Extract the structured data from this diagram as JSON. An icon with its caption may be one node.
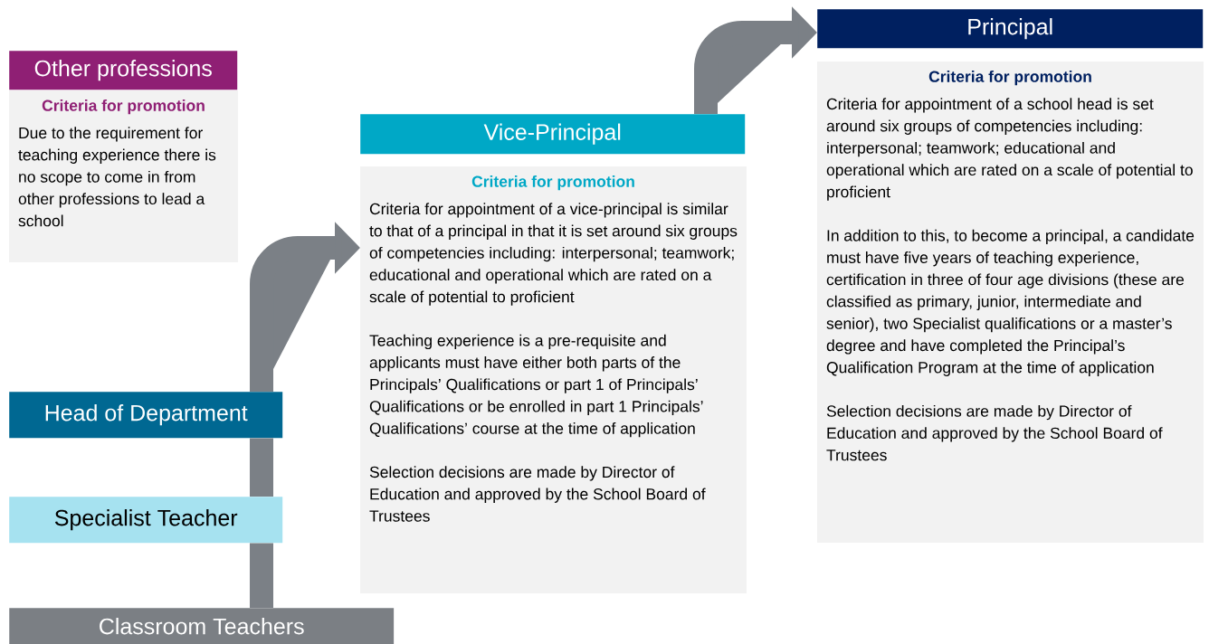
{
  "diagram": {
    "nodes": [
      {
        "text": [
          "Other professions"
        ]
      },
      {
        "text": [
          "Criteria for promotion",
          "Due to the requirement for teaching experience there is no scope to come in from other professions to lead a school"
        ]
      },
      {
        "text": [
          "Vice-Principal"
        ]
      },
      {
        "text": [
          "Criteria for promotion",
          "Criteria for appointment of a vice-principal is similar to that of a principal in that it is set around six groups of competencies including: interpersonal; teamwork; educational and operational which are rated on a scale of potential to proficient",
          "Teaching experience is a pre-requisite and applicants must have either both parts of the Principals’ Qualifications or part 1 of Principals’ Qualifications or be enrolled in part 1 Principals’ Qualifications’ course at the time of application",
          "Selection decisions are made by Director of Education and approved by the School Board of Trustees"
        ]
      },
      {
        "text": [
          "Principal"
        ]
      },
      {
        "text": [
          "Criteria for promotion",
          "Criteria for appointment of a school head is set around six groups of competencies including: interpersonal; teamwork; educational and operational which are rated on a scale of potential to proficient",
          "In addition to this, to become a principal, a candidate must have five years of teaching experience, certification in three of four age divisions (these are classified as primary, junior, intermediate and senior), two Specialist qualifications or a master’s degree and have completed the Principal’s Qualification Program at the time of application",
          "Selection decisions are made by Director of Education and approved by the School Board of Trustees"
        ]
      },
      {
        "text": [
          "Head of Department"
        ]
      },
      {
        "text": [
          "Specialist Teacher"
        ]
      },
      {
        "text": [
          "Classroom Teachers"
        ]
      }
    ],
    "edges": [
      {
        "from": 8,
        "to": 7,
        "arrow": "none"
      },
      {
        "from": 7,
        "to": 6,
        "arrow": "none"
      },
      {
        "from": 6,
        "to": 3,
        "arrow": "to"
      },
      {
        "from": 2,
        "to": 4,
        "arrow": "to"
      }
    ]
  }
}
